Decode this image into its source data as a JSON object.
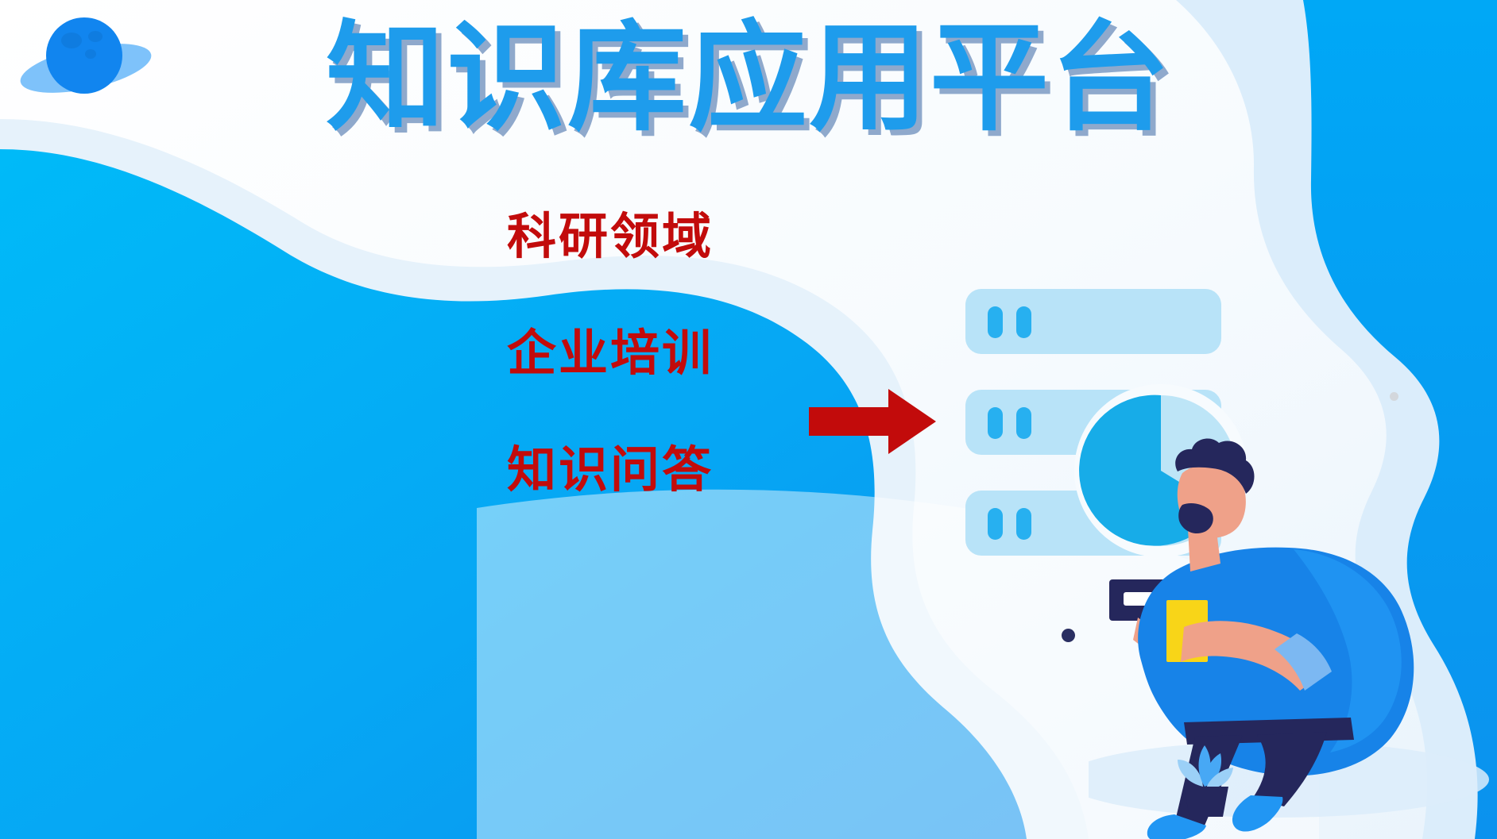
{
  "slide": {
    "title": "知识库应用平台",
    "background_color": "#f7fbfe",
    "accent_blue": "#00a0f0",
    "title_color": "#1e9cec",
    "title_shadow_color": "#8fa9cc",
    "feature_color": "#c20b0b"
  },
  "features": [
    {
      "label": "科研领域"
    },
    {
      "label": "企业培训"
    },
    {
      "label": "知识问答"
    }
  ],
  "icons": {
    "planet": "planet-icon",
    "arrow": "right-arrow-icon",
    "server_stack": "server-stack-icon",
    "pie_chart": "pie-chart-icon",
    "person": "person-illustration",
    "plant": "potted-plant-icon",
    "device": "handheld-device-icon"
  },
  "palette": {
    "blob_blue_start": "#00b4f5",
    "blob_blue_end": "#0b95ef",
    "blob_outline": "#dbedfb",
    "server_bar": "#b8e3f8",
    "server_led": "#27b0f0",
    "pie_dark": "#17ace8",
    "pie_light": "#bde5f7",
    "shirt_blue": "#1783e8",
    "shirt_blue_light": "#2196f3",
    "pants_navy": "#25275c",
    "skin": "#efa189",
    "card_yellow": "#f8d518",
    "shoe_blue": "#2196f3",
    "plant_pot": "#25275c",
    "plant_leaf": "#47a8f5",
    "plant_leaf_light": "#9bd0f7"
  }
}
